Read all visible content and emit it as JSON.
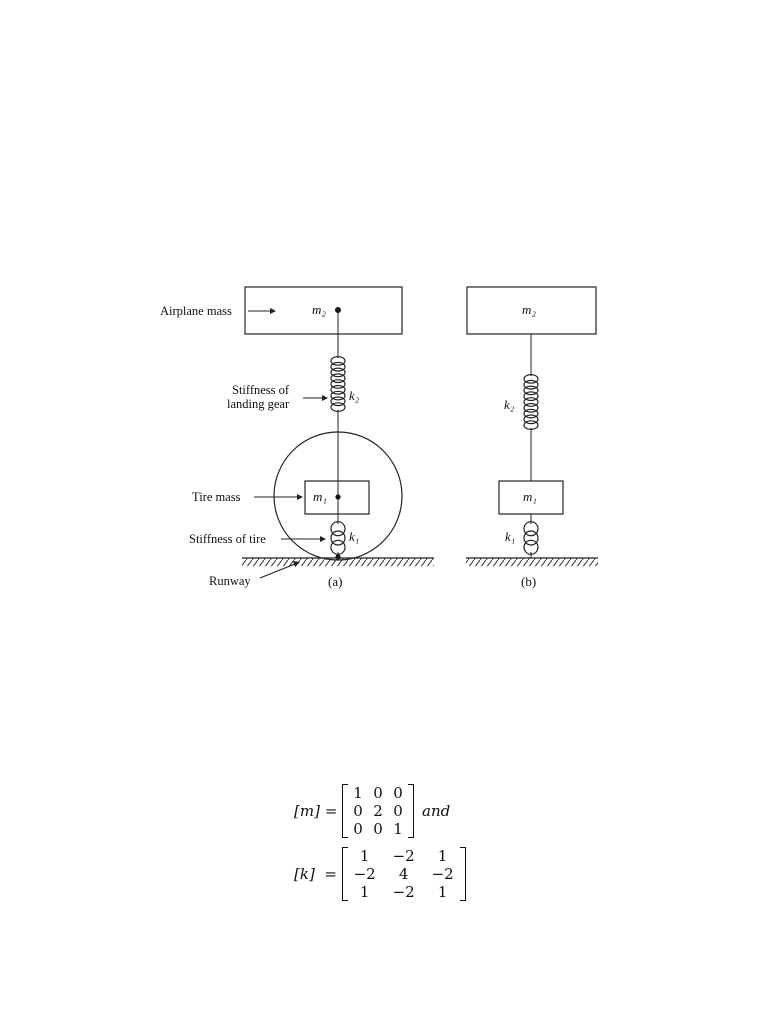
{
  "figure": {
    "labels": {
      "airplane_mass": "Airplane mass",
      "stiffness_landing_gear_line1": "Stiffness of",
      "stiffness_landing_gear_line2": "landing gear",
      "tire_mass": "Tire mass",
      "stiffness_tire": "Stiffness of tire",
      "runway": "Runway"
    },
    "symbols": {
      "m1": "m₁",
      "m2": "m₂",
      "k1": "k₁",
      "k2": "k₂"
    },
    "captions": {
      "a": "(a)",
      "b": "(b)"
    }
  },
  "equations": {
    "mass": {
      "lhs": "[m] = ",
      "matrix": [
        [
          "1",
          "0",
          "0"
        ],
        [
          "0",
          "2",
          "0"
        ],
        [
          "0",
          "0",
          "1"
        ]
      ],
      "suffix": "and"
    },
    "stiffness": {
      "lhs": "[k]  = ",
      "matrix": [
        [
          "1",
          "−2",
          "1"
        ],
        [
          "−2",
          "4",
          "−2"
        ],
        [
          "1",
          "−2",
          "1"
        ]
      ]
    }
  }
}
